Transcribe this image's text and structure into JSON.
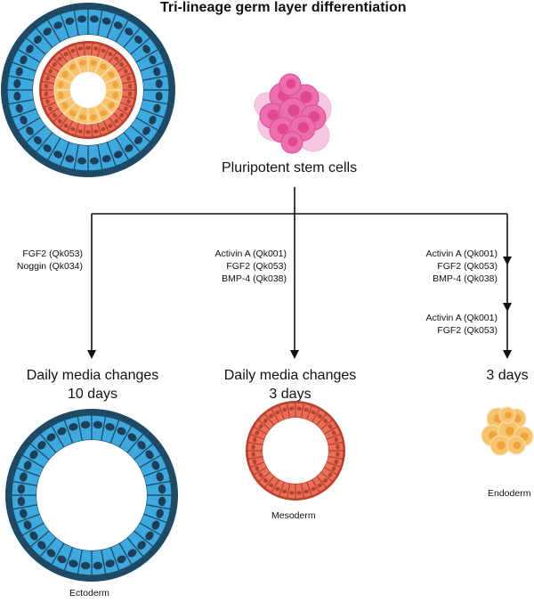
{
  "title": "Tri-lineage germ layer differentiation",
  "source_label": "Pluripotent stem cells",
  "branches": {
    "ectoderm": {
      "factors": [
        "FGF2 (Qk053)",
        "Noggin (Qk034)"
      ],
      "schedule_line1": "Daily media changes",
      "schedule_line2": "10 days",
      "result": "Ectoderm"
    },
    "mesoderm": {
      "factors": [
        "Activin A (Qk001)",
        "FGF2 (Qk053)",
        "BMP-4 (Qk038)"
      ],
      "schedule_line1": "Daily media changes",
      "schedule_line2": "3 days",
      "result": "Mesoderm"
    },
    "endoderm": {
      "factors_stage1": [
        "Activin A (Qk001)",
        "FGF2 (Qk053)",
        "BMP-4 (Qk038)"
      ],
      "factors_stage2": [
        "Activin A (Qk001)",
        "FGF2 (Qk053)"
      ],
      "schedule": "3 days",
      "result": "Endoderm"
    }
  },
  "colors": {
    "ecto_outer": "#1f4a66",
    "ecto_cell": "#3ea9de",
    "ecto_nucleus": "#1d3f5a",
    "meso_cell": "#e8705a",
    "meso_dark": "#b9412d",
    "endo_cell": "#f6c36f",
    "endo_nucleus": "#f0a23c",
    "stem_cell": "#ee6fae",
    "stem_light": "#f6b9d8"
  }
}
